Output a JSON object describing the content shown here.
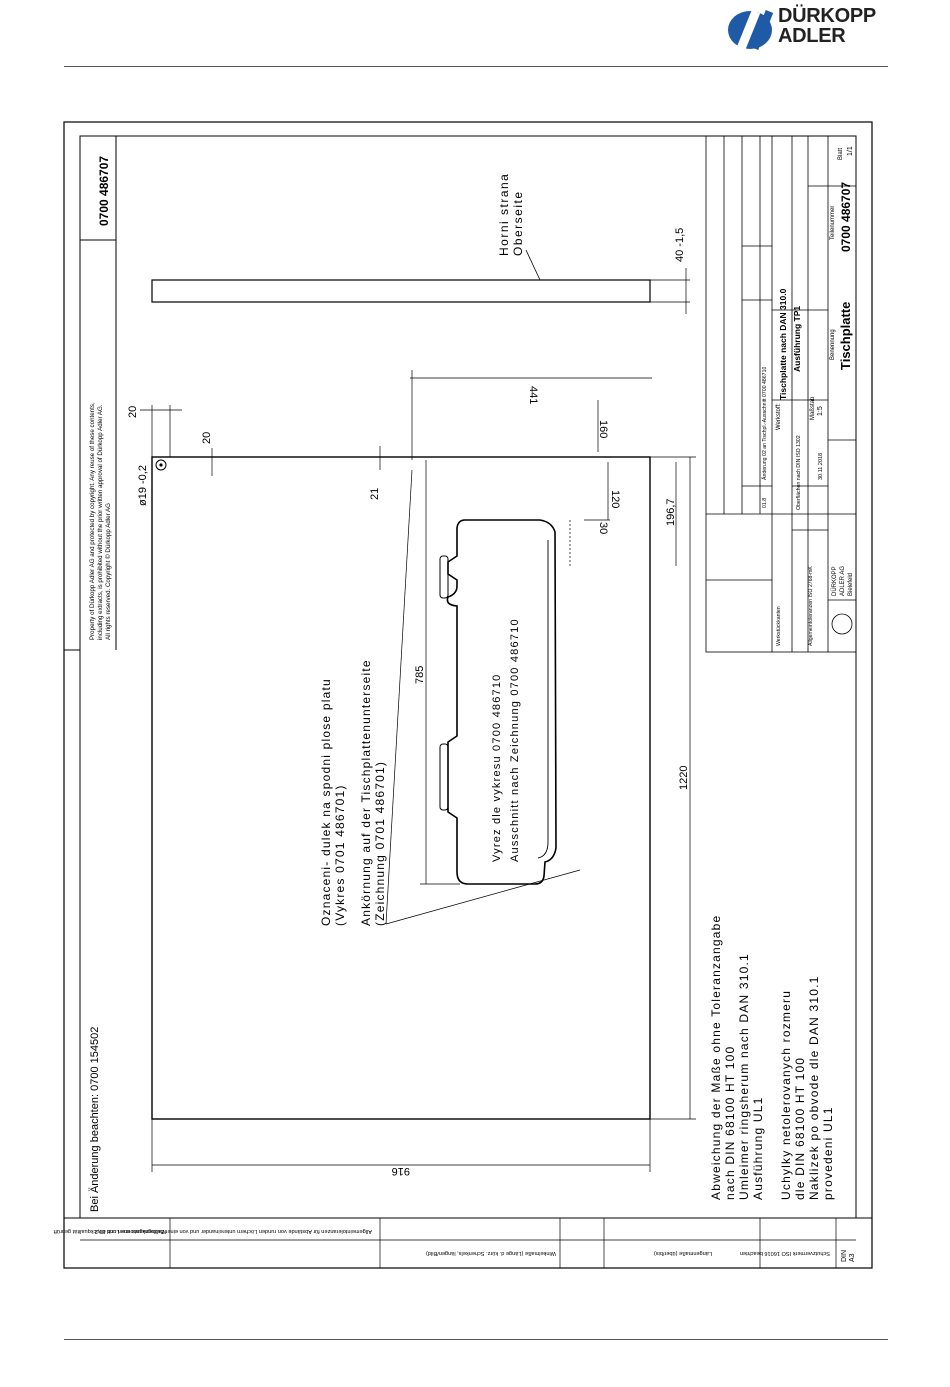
{
  "brand": {
    "line1": "DÜRKOPP",
    "line2": "ADLER",
    "color": "#1f5aa6"
  },
  "drawing": {
    "part_number": "0700 486707",
    "copyright": [
      "Property of Dürkopp Adler AG and protected by copyright. Any reuse of these contents,",
      "including extracts, is prohibited without the prior written approval of Dürkopp Adler AG.",
      "All rights reserved. Copyright © Dürkopp Adler AG"
    ],
    "change_note": "Bei Änderung beachten: 0700 154502",
    "top_view_labels": [
      "Horni strana",
      "Oberseite"
    ],
    "marking_note": [
      "Oznaceni- dulek na spodni plose platu",
      "(Vykres 0701 486701)",
      "Ankörnung auf der Tischplattenunterseite",
      "(Zeichnung 0701 486701)"
    ],
    "cutout_note": [
      "Vyrez dle vykresu 0700 486710",
      "Ausschnitt nach Zeichnung 0700 486710"
    ],
    "dimensions": {
      "d_hole": "ø19 -0,2",
      "d20_a": "20",
      "d20_b": "20",
      "d21": "21",
      "d30": "30",
      "d40": "40 -1,5",
      "d120": "120",
      "d160": "160",
      "d1967": "196,7",
      "d441": "441",
      "d785": "785",
      "d916": "916",
      "d1220": "1220"
    },
    "notes_de": [
      "Abweichung der Maße ohne Toleranzangabe",
      "nach DIN 68100 HT 100",
      "Umleimer ringsherum nach DAN 310.1",
      "Ausführung UL1"
    ],
    "notes_cz": [
      "Uchylky netolerovanych rozmeru",
      "dle DIN 68100 HT 100",
      "Naklizek po obvode dle DAN 310.1",
      "provedeni UL1"
    ],
    "title_block": {
      "title": "Tischplatte",
      "title_label": "Benennung",
      "partno_label": "Teilenummer",
      "partno": "0700 486707",
      "material_label": "Werkstoff:",
      "material": "Tischplatte nach DAN 310.0",
      "variant": "Ausführung TP1",
      "scale_label": "Maßstab",
      "scale": "1:5",
      "sheet_label": "Blatt",
      "sheet": "1/1",
      "change_row": "Änderung 02 an Tischpl.-Ausschnitt 0700 486710",
      "change_index": "01.8",
      "surface_label": "Oberflächen nach DIN ISO 1302",
      "tolerance_label": "Allgemeintoleranzen ISO 2768-mK",
      "edges_label": "Werkstückkanten",
      "company": [
        "DÜRKOPP",
        "ADLER AG",
        "Bielefeld"
      ],
      "date": "30.11.2018",
      "format": "A3",
      "std": "DIN"
    },
    "bottom_strip": [
      "Allgemeintoleranzen für Abstände von runden Löchern untereinander und von einer Bezugskante aus Loch ø0,2",
      "Winkelmaße (Länge d. kürz. Schenkels, längen/Bild)",
      "Längenmaße (über/bis)",
      "Schutzvermerk ISO 16016 beachten",
      "Maßbezugsnormen und Druckqualität geprüft"
    ]
  }
}
